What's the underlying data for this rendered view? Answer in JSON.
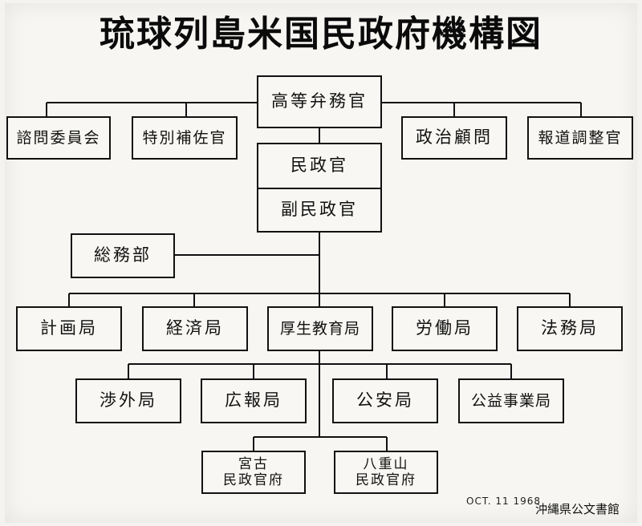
{
  "title": "琉球列島米国民政府機構図",
  "nodes": {
    "high_commissioner": "高等弁務官",
    "advisory_committee": "諮問委員会",
    "special_assistant": "特別補佐官",
    "political_advisor": "政治顧問",
    "press_officer": "報道調整官",
    "civil_administrator": "民政官",
    "deputy_civil_administrator": "副民政官",
    "general_affairs": "総務部",
    "bureaus_row1": [
      "計画局",
      "経済局",
      "厚生教育局",
      "労働局",
      "法務局"
    ],
    "bureaus_row2": [
      "渉外局",
      "広報局",
      "公安局",
      "公益事業局"
    ],
    "miyako": [
      "宮古",
      "民政官府"
    ],
    "yaeyama": [
      "八重山",
      "民政官府"
    ]
  },
  "date_stamp": "OCT. 11 1968",
  "archive_mark": "沖縄県公文書館"
}
